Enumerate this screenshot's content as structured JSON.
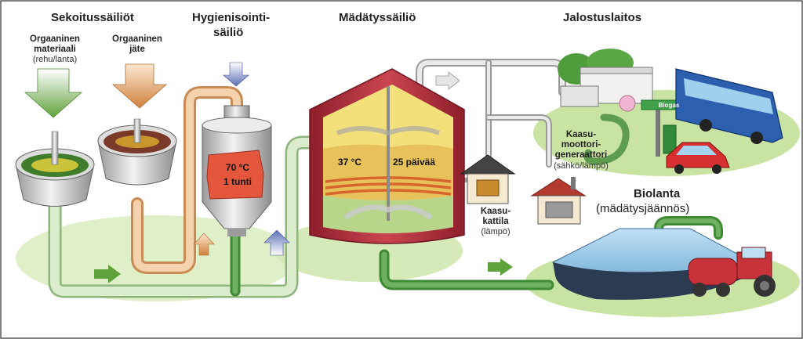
{
  "headings": {
    "mixing": "Sekoitussäiliöt",
    "hygienization_1": "Hygienisointi-",
    "hygienization_2": "säiliö",
    "digester": "Mädätyssäiliö",
    "refinery": "Jalostuslaitos",
    "biofertilizer": "Biolanta",
    "biofertilizer_note": "(mädätysjäännös)"
  },
  "inputs": {
    "organic_material_1": "Orgaaninen",
    "organic_material_2": "materiaali",
    "organic_material_note": "(rehu/lanta)",
    "organic_waste_1": "Orgaaninen",
    "organic_waste_2": "jäte"
  },
  "hygienization": {
    "temperature": "70 °C",
    "duration": "1 tunti"
  },
  "digester": {
    "temperature": "37 °C",
    "duration": "25 päivää"
  },
  "generator": {
    "line1": "Kaasu-",
    "line2": "moottori-",
    "line3": "generaattori",
    "note": "(sähkö/lämpö)"
  },
  "boiler": {
    "line1": "Kaasu-",
    "line2": "kattila",
    "note": "(lämpö)"
  },
  "station_sign": "Biogas",
  "colors": {
    "pipe_green": "#c6dfb4",
    "pipe_orange": "#e8b98a",
    "tank_red": "#b8323c",
    "sludge_yellow": "#f3e07a",
    "arrow_green": "#5fa23b",
    "arrow_orange": "#d0813c",
    "arrow_blue": "#5a6fb5",
    "ground_green": "#c9e3a3"
  }
}
